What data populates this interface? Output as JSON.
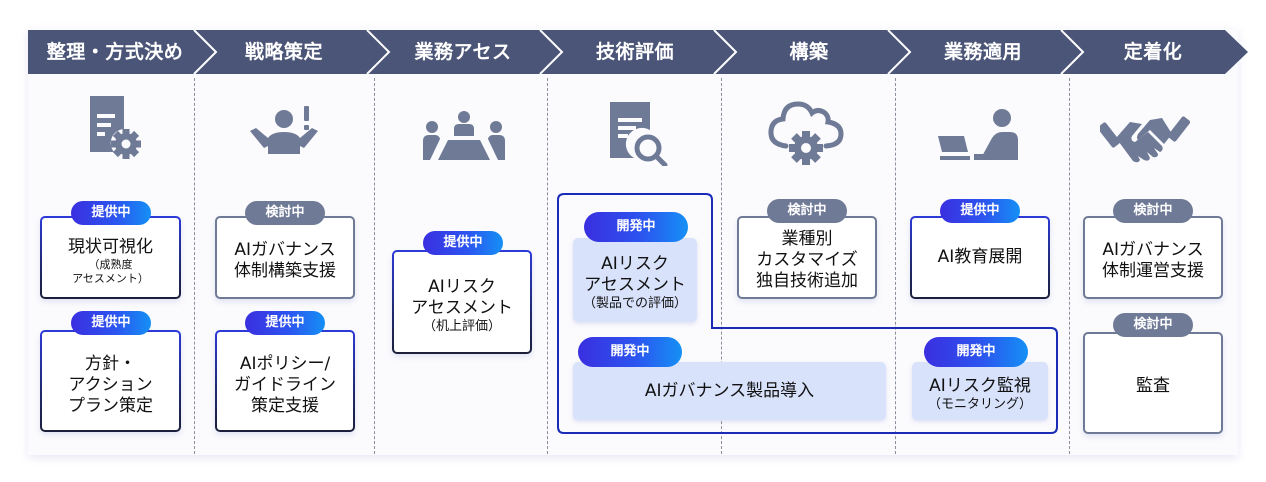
{
  "colors": {
    "header_band": "#4b5577",
    "icon": "#6f7a96",
    "offered_badge_gradient": [
      "#3a2fe0",
      "#1590f5"
    ],
    "review_badge": "#6f7a96",
    "dev_item_fill": "#d8e2fb",
    "dev_container_border": "#1a2bb8"
  },
  "phases": [
    {
      "label": "整理・方式決め",
      "icon": "document-gear-icon"
    },
    {
      "label": "戦略策定",
      "icon": "person-shrug-exclamation-icon"
    },
    {
      "label": "業務アセス",
      "icon": "meeting-table-icon"
    },
    {
      "label": "技術評価",
      "icon": "document-search-icon"
    },
    {
      "label": "構築",
      "icon": "cloud-gear-icon"
    },
    {
      "label": "業務適用",
      "icon": "person-laptop-icon"
    },
    {
      "label": "定着化",
      "icon": "handshake-icon"
    }
  ],
  "status_labels": {
    "offered": "提供中",
    "review": "検討中",
    "dev": "開発中"
  },
  "items": {
    "visualization": {
      "status": "提供中",
      "title": "現状可視化",
      "sub1": "（成熟度",
      "sub2": "アセスメント）"
    },
    "policy_plan": {
      "status": "提供中",
      "line1": "方針・",
      "line2": "アクション",
      "line3": "プラン策定"
    },
    "governance_setup": {
      "status": "検討中",
      "line1": "AIガバナンス",
      "line2": "体制構築支援"
    },
    "policy_guideline": {
      "status": "提供中",
      "line1": "AIポリシー/",
      "line2": "ガイドライン",
      "line3": "策定支援"
    },
    "risk_assessment_desk": {
      "status": "提供中",
      "line1": "AIリスク",
      "line2": "アセスメント",
      "sub": "（机上評価）"
    },
    "risk_assessment_product": {
      "status": "開発中",
      "line1": "AIリスク",
      "line2": "アセスメント",
      "sub": "（製品での評価）"
    },
    "industry_custom": {
      "status": "検討中",
      "line1": "業種別",
      "line2": "カスタマイズ",
      "line3": "独自技術追加"
    },
    "education": {
      "status": "提供中",
      "line1": "AI教育展開"
    },
    "governance_operation": {
      "status": "検討中",
      "line1": "AIガバナンス",
      "line2": "体制運営支援"
    },
    "audit": {
      "status": "検討中",
      "line1": "監査"
    },
    "governance_product": {
      "status": "開発中",
      "line1": "AIガバナンス製品導入"
    },
    "risk_monitoring": {
      "status": "開発中",
      "line1": "AIリスク監視",
      "sub": "（モニタリング）"
    }
  }
}
